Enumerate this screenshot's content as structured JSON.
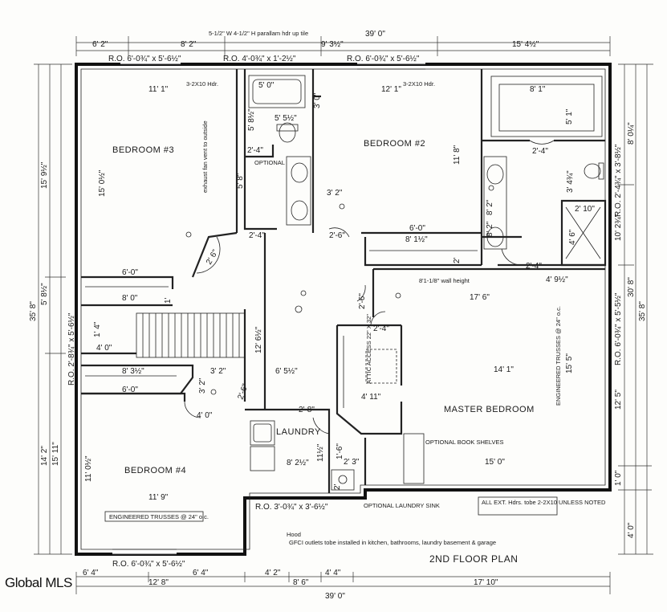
{
  "plan": {
    "title": "2ND FLOOR PLAN",
    "top_header_note": "5-1/2\" W 4-1/2\" H parallam hdr up tile",
    "rooms": {
      "bedroom3": "BEDROOM #3",
      "bedroom2": "BEDROOM #2",
      "bedroom4": "BEDROOM #4",
      "master": "MASTER BEDROOM",
      "laundry": "LAUNDRY"
    },
    "notes": {
      "hdr1": "3-2X10 Hdr.",
      "hdr2": "3-2X10 Hdr.",
      "exhaust": "exhaust fan vent to outside",
      "optional": "OPTIONAL",
      "wall_height": "8'1-1/8\" wall height",
      "attic": "ATTIC ACCESS 22\" X 32\"",
      "book_shelves": "OPTIONAL BOOK SHELVES",
      "laundry_sink": "OPTIONAL LAUNDRY SINK",
      "gfci": "GFCI outlets tobe installed in kitchen, bathrooms, laundry basement & garage",
      "hdrs": "ALL EXT. Hdrs. tobe 2-2X10 UNLESS NOTED",
      "trusses_master": "ENGINEERED TRUSSES @ 24\" o.c.",
      "trusses_b4": "ENGINEERED TRUSSES @ 24\" o.c.",
      "hood": "Hood"
    },
    "rough_openings": {
      "top1": "R.O. 6'-0¾\" x 5'-6½\"",
      "top2": "R.O. 4'-0¾\" x 1'-2½\"",
      "top3": "R.O. 6'-0¾\" x 5'-6½\"",
      "left": "R.O. 2'-8¾\" x 5'-6½\"",
      "right_top": "R.O. 2'-4¾\" x 3'-8½\"",
      "right_mid": "R.O. 6'-0¾\" x 5'-5½\"",
      "bottom_laundry": "R.O. 3'-0¾\" x 3'-6½\"",
      "bottom_b4": "R.O. 6'-0¾\" x 5'-6½\""
    },
    "top_dims": {
      "overall": "39' 0\"",
      "d1": "6' 2\"",
      "d2": "8' 2\"",
      "d3": "9' 3½\"",
      "d4": "15' 4½\""
    },
    "bottom_dims": {
      "d1": "6' 4\"",
      "d2": "6' 4\"",
      "d3": "12' 8\"",
      "d4": "4' 2\"",
      "d5": "4' 4\"",
      "d6": "8' 6\"",
      "d7": "17' 10\"",
      "overall": "39' 0\""
    },
    "left_dims": {
      "d1": "15' 9½\"",
      "d2": "35' 8\"",
      "d3": "5' 8½\"",
      "d4": "14' 2\"",
      "d5": "15' 11\""
    },
    "right_dims": {
      "d1": "8' 0¼\"",
      "d2": "10' 2¾\"",
      "d3": "30' 8\"",
      "d4": "35' 8\"",
      "d5": "12' 5\"",
      "d6": "1' 0\"",
      "d7": "4' 0\""
    },
    "interior_dims": {
      "b3_w": "11' 1\"",
      "b3_h": "15' 0½\"",
      "b3_closet": "6'-0\"",
      "b3_c2": "8' 0\"",
      "b3_c3": "2' 6\"",
      "bath_w": "5' 0\"",
      "bath_b": "5' 5½\"",
      "bath_h1": "5' 8½\"",
      "bath_h2": "5' 8\"",
      "bath_v": "3' 0\"",
      "b2_w": "12' 1\"",
      "b2_h": "11' 8\"",
      "b2_closet": "6'-0\"",
      "b2_c2": "8' 1½\"",
      "b2_side": "2'",
      "mb_w": "8' 1\"",
      "mb_h": "5' 1\"",
      "mb_door": "2'-4\"",
      "mb_toilet": "3' 4¾\"",
      "shower": "2' 10\"",
      "shower_h": "4' 6\"",
      "vanity1": "8' 2\"",
      "vanity2": "8' 2\"",
      "hall_c": "4' 9½\"",
      "hall_door": "2'-4\"",
      "hall1": "3' 2\"",
      "hall_d1": "2'-4\"",
      "hall_d2": "2'-6\"",
      "hall_d3": "2'-4\"",
      "stair_h": "12' 6½\"",
      "stair_w": "4' 0\"",
      "stair_r": "1'",
      "stair_l": "1' 4\"",
      "hall_mid": "6' 5½\"",
      "hall_d4": "2'-6\"",
      "hall_d5": "2'-6\"",
      "mbr_w1": "17' 6\"",
      "mbr_w2": "14' 1\"",
      "mbr_h": "15' 5\"",
      "mbr_closet": "4' 11\"",
      "mbr_bot": "15' 0\"",
      "mbr_d": "2'-4\"",
      "b4_c": "8' 3½\"",
      "b4_c2": "6'-0\"",
      "b4_c3": "3' 2\"",
      "b4_d": "3' 2\"",
      "b4_d2": "4' 0\"",
      "b4_w": "11' 9\"",
      "b4_h": "11' 0½\"",
      "laundry_w": "8' 2½\"",
      "laundry_h": "11½\"",
      "laundry_d": "2'-8\"",
      "laundry_s": "2' 3\"",
      "laundry_s2": "1'-6\"",
      "laundry_v": "2'"
    }
  },
  "watermark": "Global MLS"
}
